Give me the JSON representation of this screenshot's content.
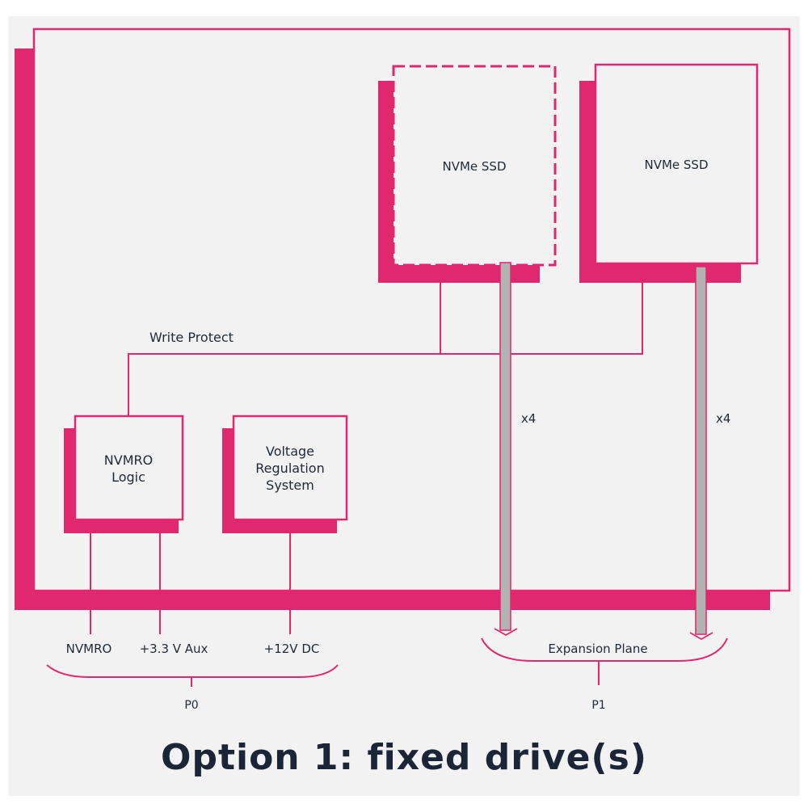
{
  "colors": {
    "accent": "#e0286e",
    "bus": "#b3b3b3",
    "background": "#f2f2f2",
    "text": "#1e2a3a"
  },
  "title": "Option 1: fixed drive(s)",
  "drives": [
    {
      "label": "NVMe SSD",
      "style": "dashed"
    },
    {
      "label": "NVMe SSD",
      "style": "solid"
    }
  ],
  "write_protect": "Write Protect",
  "logic": {
    "line1": "NVMRO",
    "line2": "Logic"
  },
  "vreg": {
    "line1": "Voltage",
    "line2": "Regulation",
    "line3": "System"
  },
  "lane_width": [
    "x4",
    "x4"
  ],
  "pins": {
    "nvmro": "NVMRO",
    "aux": "+3.3 V Aux",
    "dc": "+12V DC"
  },
  "connectors": {
    "p0": "P0",
    "p1": "P1"
  },
  "expansion_plane": "Expansion Plane"
}
